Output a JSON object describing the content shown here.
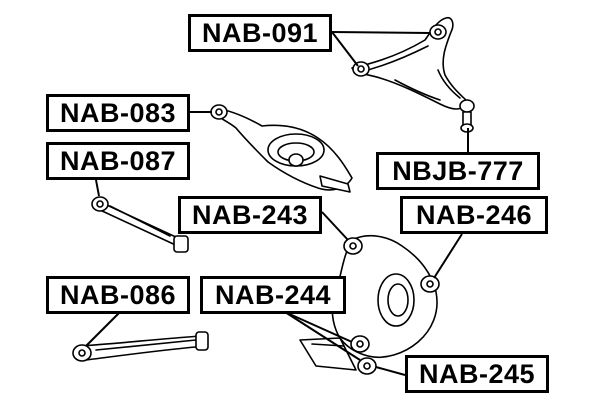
{
  "colors": {
    "ink": "#000000",
    "part_fill": "#ffffff",
    "background": "#ffffff"
  },
  "labels": {
    "nab_091": "NAB-091",
    "nab_083": "NAB-083",
    "nab_087": "NAB-087",
    "nbjb_777": "NBJB-777",
    "nab_243": "NAB-243",
    "nab_246": "NAB-246",
    "nab_086": "NAB-086",
    "nab_244": "NAB-244",
    "nab_245": "NAB-245"
  }
}
